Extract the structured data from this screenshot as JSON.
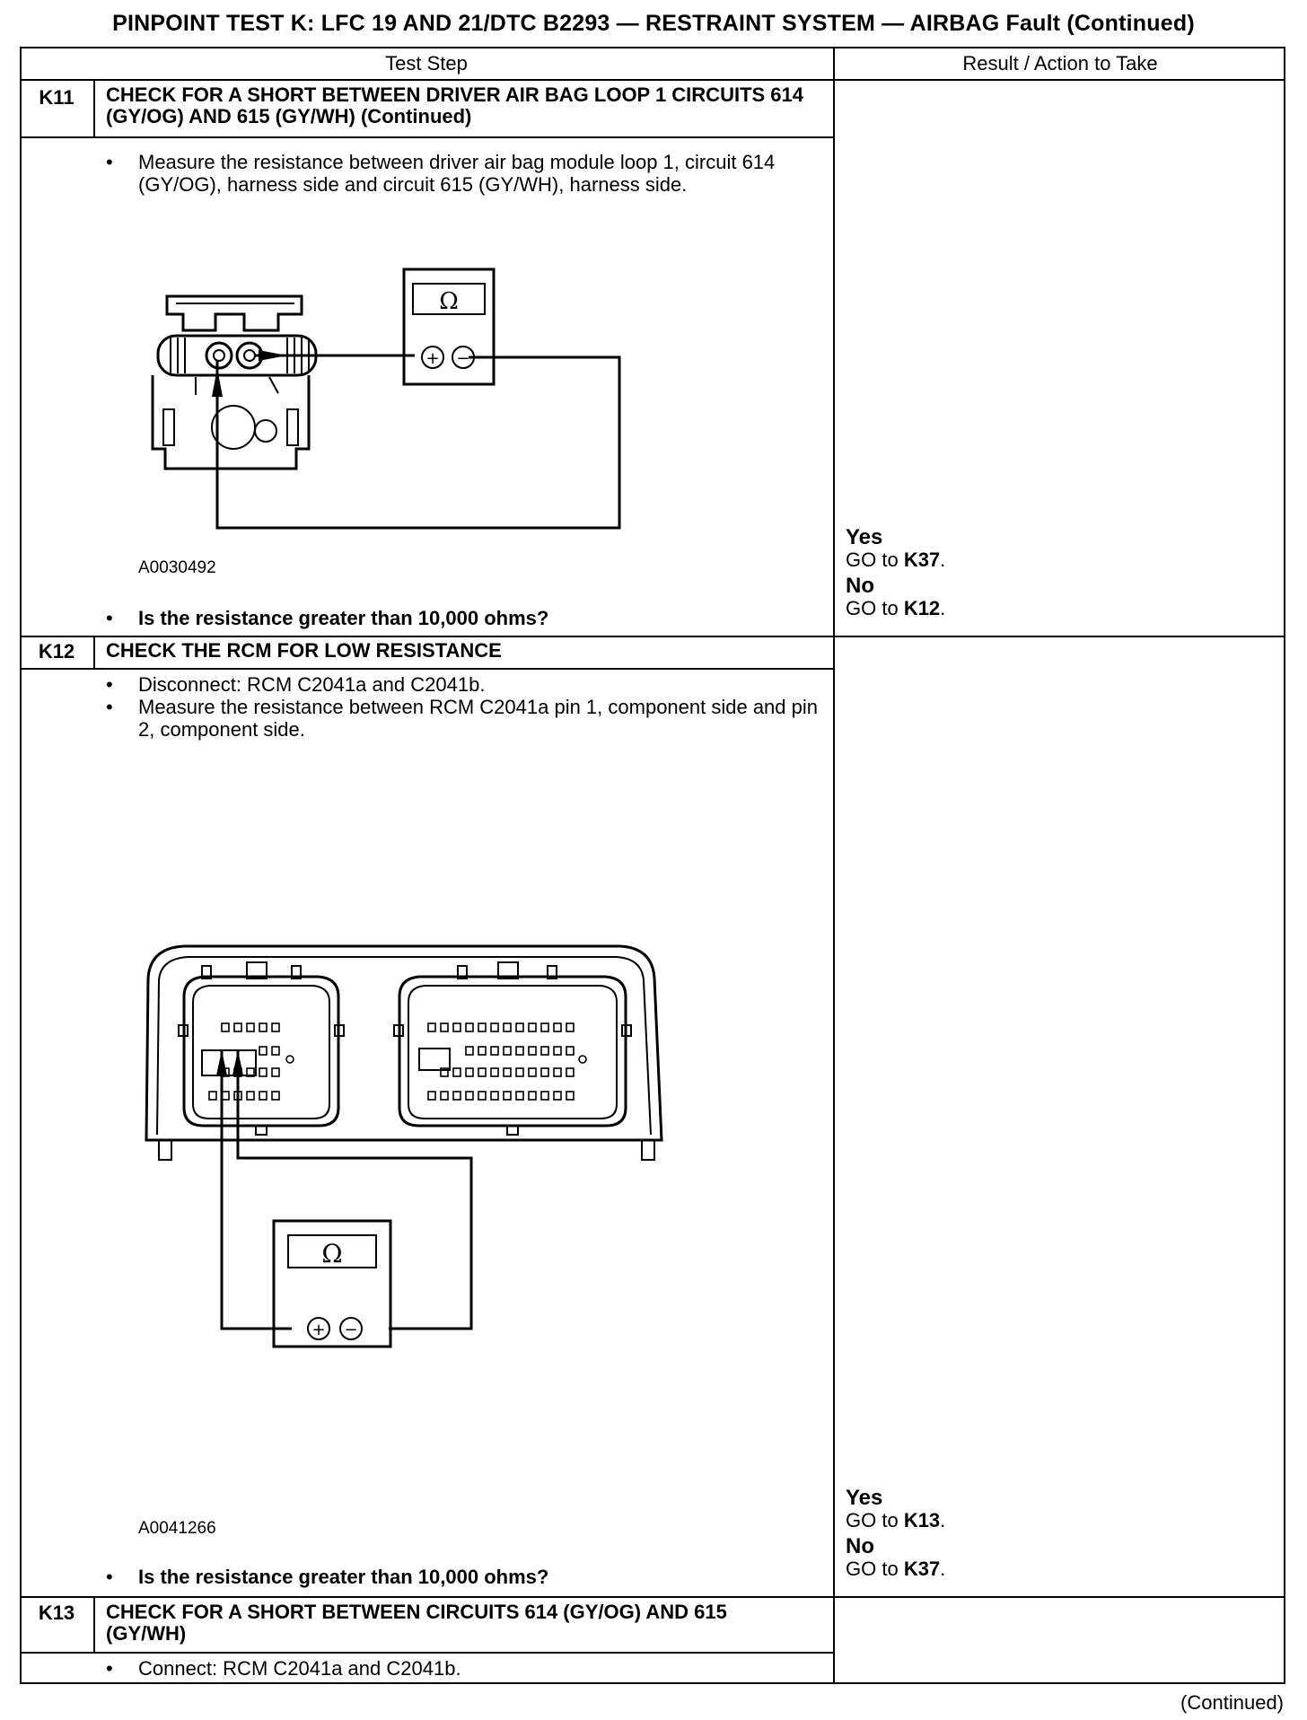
{
  "page_title": "PINPOINT TEST  K: LFC 19 AND 21/DTC B2293 — RESTRAINT SYSTEM — AIRBAG Fault (Continued)",
  "columns": {
    "test_step": "Test Step",
    "result_action": "Result / Action to Take"
  },
  "steps": {
    "k11": {
      "id": "K11",
      "title": "CHECK FOR A SHORT BETWEEN DRIVER AIR BAG LOOP 1 CIRCUITS 614 (GY/OG) AND 615 (GY/WH) (Continued)",
      "bullets": [
        "Measure the resistance between driver air bag module loop 1, circuit 614 (GY/OG), harness side and circuit 615 (GY/WH), harness side."
      ],
      "figure_id": "A0030492",
      "meter_symbol": "Ω",
      "meter_plus": "+",
      "meter_minus": "−",
      "question": "Is the resistance greater than 10,000 ohms?",
      "yes_label": "Yes",
      "yes_action": "GO to",
      "yes_target": "K37",
      "no_label": "No",
      "no_action": "GO to",
      "no_target": "K12"
    },
    "k12": {
      "id": "K12",
      "title": "CHECK THE RCM FOR LOW RESISTANCE",
      "bullets": [
        "Disconnect: RCM C2041a and C2041b.",
        "Measure the resistance between RCM C2041a pin 1, component side and pin 2, component side."
      ],
      "figure_id": "A0041266",
      "meter_symbol": "Ω",
      "meter_plus": "+",
      "meter_minus": "−",
      "question": "Is the resistance greater than 10,000 ohms?",
      "yes_label": "Yes",
      "yes_action": "GO to",
      "yes_target": "K13",
      "no_label": "No",
      "no_action": "GO to",
      "no_target": "K37"
    },
    "k13": {
      "id": "K13",
      "title": "CHECK FOR A SHORT BETWEEN CIRCUITS 614 (GY/OG) AND 615 (GY/WH)",
      "bullets": [
        "Connect: RCM C2041a and C2041b."
      ]
    }
  },
  "footer": "(Continued)"
}
